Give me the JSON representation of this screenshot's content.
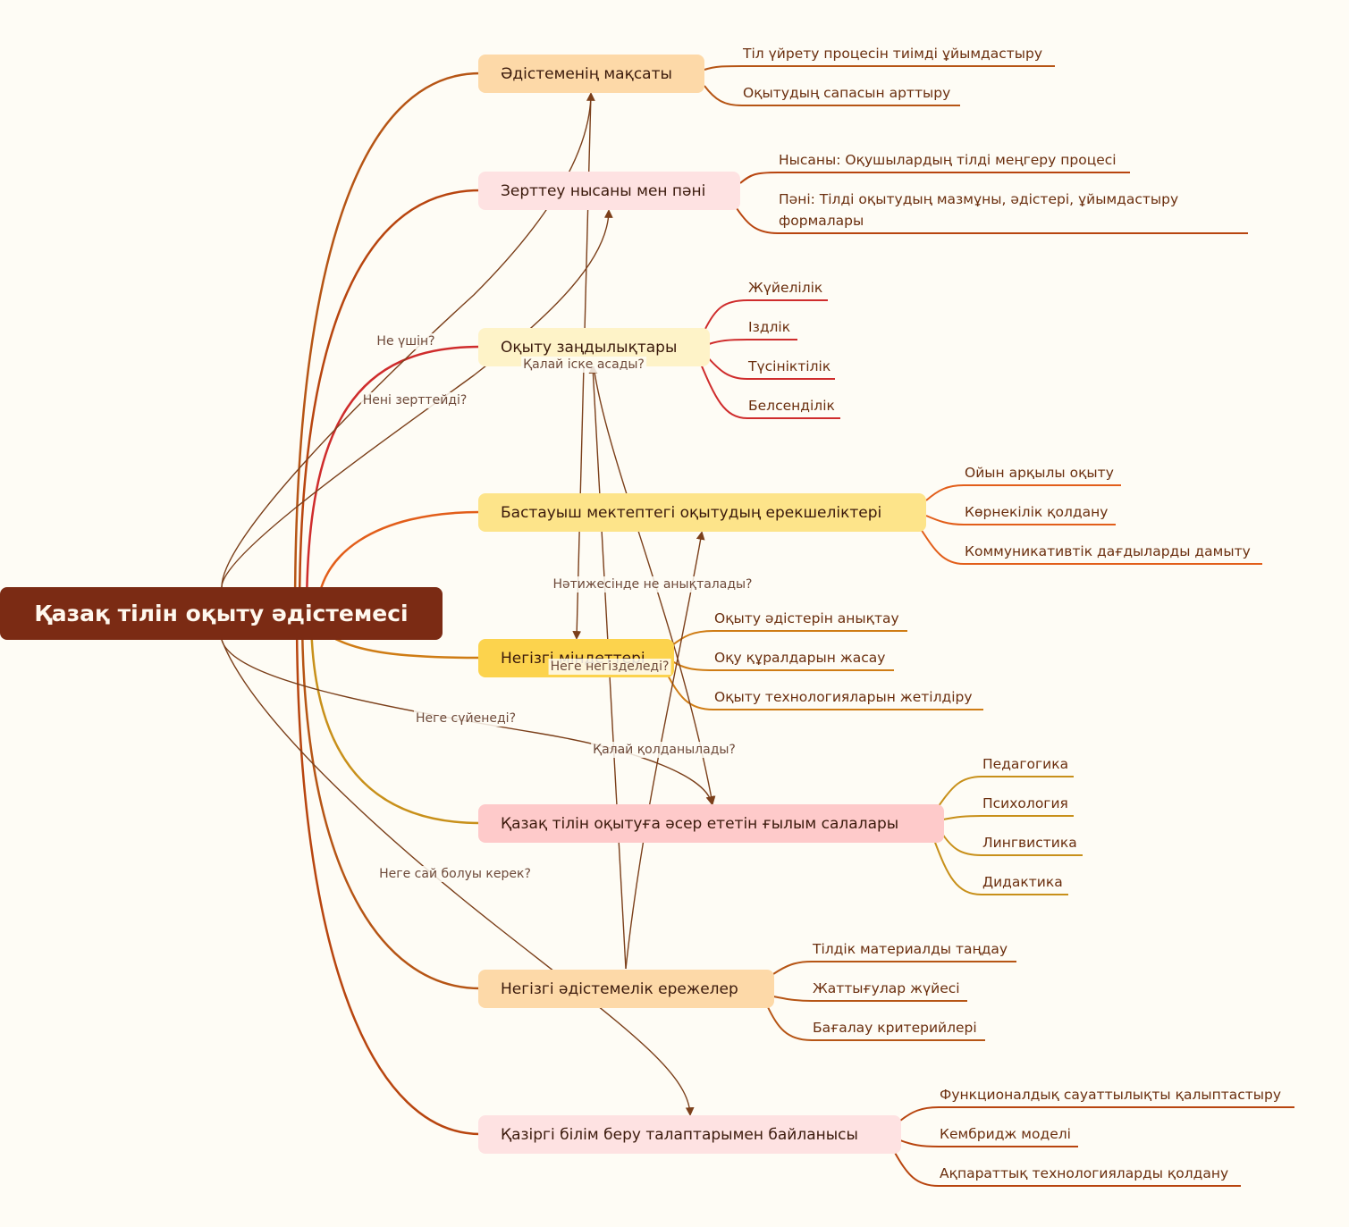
{
  "root": {
    "title": "Қазақ тілін оқыту әдістемесі"
  },
  "colors": {
    "background": "#fefcf5",
    "root": "#7b2b14",
    "relation_line": "#7b3f1a"
  },
  "branches": [
    {
      "title": "Әдістеменің мақсаты",
      "fill": "#fdd9a8",
      "line": "#b65515",
      "children": [
        "Тіл үйрету процесін тиімді ұйымдастыру",
        "Оқытудың сапасын арттыру"
      ]
    },
    {
      "title": "Зерттеу нысаны мен пәні",
      "fill": "#fee2e2",
      "line": "#b8450f",
      "children": [
        "Нысаны: Оқушылардың тілді меңгеру процесі",
        "Пәні: Тілді оқытудың мазмұны, әдістері, ұйымдастыру",
        "формалары"
      ]
    },
    {
      "title": "Оқыту заңдылықтары",
      "fill": "#fef3c8",
      "line": "#cf2c2c",
      "children": [
        "Жүйелілік",
        "Іздлік",
        "Түсініктілік",
        "Белсенділік"
      ]
    },
    {
      "title": "Бастауыш мектептегі оқытудың ерекшеліктері",
      "fill": "#fde48a",
      "line": "#e25e1a",
      "children": [
        "Ойын арқылы оқыту",
        "Көрнекілік қолдану",
        "Коммуникативтік дағдыларды дамыту"
      ]
    },
    {
      "title": "Негізгі міндеттері",
      "fill": "#fcd34d",
      "line": "#cf7c14",
      "children": [
        "Оқыту әдістерін анықтау",
        "Оқу құралдарын жасау",
        "Оқыту технологияларын жетілдіру"
      ]
    },
    {
      "title": "Қазақ тілін оқытуға әсер ететін ғылым салалары",
      "fill": "#fecaca",
      "line": "#c8901a",
      "children": [
        "Педагогика",
        "Психология",
        "Лингвистика",
        "Дидактика"
      ]
    },
    {
      "title": "Негізгі әдістемелік ережелер",
      "fill": "#fdd9a8",
      "line": "#b65515",
      "children": [
        "Тілдік материалды таңдау",
        "Жаттығулар жүйесі",
        "Бағалау критерийлері"
      ]
    },
    {
      "title": "Қазіргі білім беру талаптарымен байланысы",
      "fill": "#fee2e2",
      "line": "#b8450f",
      "children": [
        "Функционалдық сауаттылықты қалыптастыру",
        "Кембридж моделі",
        "Ақпараттық технологияларды қолдану"
      ]
    }
  ],
  "relations": [
    {
      "label": "Не үшін?"
    },
    {
      "label": "Нені зерттейді?"
    },
    {
      "label": "Қалай іске асады?"
    },
    {
      "label": "Нәтижесінде не анықталады?"
    },
    {
      "label": "Неге негізделеді?"
    },
    {
      "label": "Неге сүйенеді?"
    },
    {
      "label": "Қалай қолданылады?"
    },
    {
      "label": "Неге сай болуы керек?"
    }
  ]
}
